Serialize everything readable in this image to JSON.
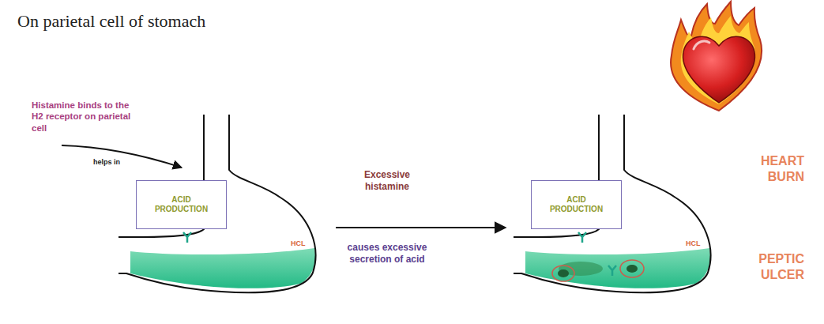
{
  "diagram": {
    "title": "On parietal cell of stomach",
    "nodes": [
      {
        "text": [
          "HCL"
        ]
      },
      {
        "text": [
          "ACID PRODUCTION"
        ],
        "in": 0
      },
      {
        "text": [
          "HCL"
        ]
      },
      {
        "text": [
          "ACID PRODUCTION"
        ],
        "in": 2
      }
    ],
    "edges": [
      {
        "from": 0,
        "to": 2,
        "arrow": "to",
        "label": "Excessive histamine"
      }
    ],
    "labels": [
      "Histamine binds to the H2 receptor on parietal cell",
      "helps in",
      "causes excessive secretion of acid",
      "HEART BURN",
      "PEPTIC ULCER"
    ]
  }
}
